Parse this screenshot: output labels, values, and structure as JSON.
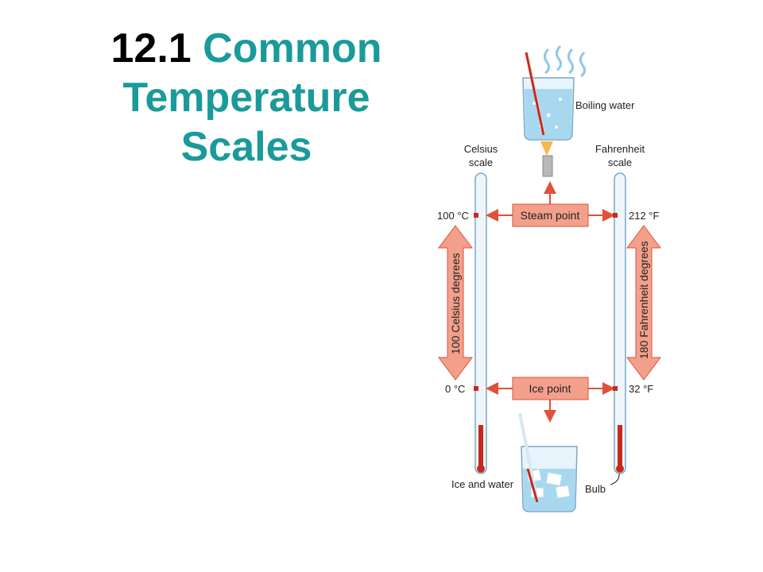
{
  "title": {
    "number": "12.1",
    "text_line1": "Common",
    "text_line2": "Temperature",
    "text_line3": "Scales"
  },
  "diagram": {
    "boiling_water": "Boiling water",
    "celsius_scale_line1": "Celsius",
    "celsius_scale_line2": "scale",
    "fahrenheit_scale_line1": "Fahrenheit",
    "fahrenheit_scale_line2": "scale",
    "steam_point": "Steam point",
    "ice_point": "Ice point",
    "c_100": "100 °C",
    "f_212": "212 °F",
    "c_0": "0 °C",
    "f_32": "32 °F",
    "celsius_degrees": "100 Celsius degrees",
    "fahrenheit_degrees": "180 Fahrenheit degrees",
    "ice_and_water": "Ice and water",
    "bulb": "Bulb"
  },
  "colors": {
    "title_teal": "#1a9a9a",
    "box_fill": "#f2a08c",
    "arrow_red": "#e0503a",
    "mercury": "#c8281e",
    "water_blue": "#a8d8f0"
  }
}
